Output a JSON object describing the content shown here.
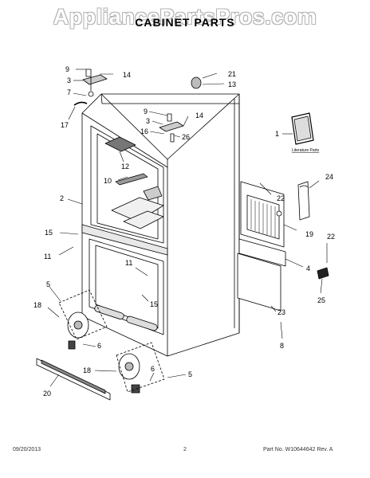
{
  "watermark": "AppliancePartsPros.com",
  "title": "CABINET PARTS",
  "footer": {
    "date": "09/20/2013",
    "page": "2",
    "part_no": "Part No. W10644642  Rev. A"
  },
  "literature_label": "Literature Parts",
  "callouts": [
    "9",
    "14",
    "3",
    "7",
    "17",
    "21",
    "13",
    "9",
    "3",
    "16",
    "14",
    "26",
    "1",
    "12",
    "10",
    "2",
    "24",
    "22",
    "15",
    "19",
    "11",
    "22",
    "4",
    "11",
    "5",
    "25",
    "18",
    "15",
    "23",
    "6",
    "8",
    "18",
    "20",
    "6",
    "5"
  ]
}
